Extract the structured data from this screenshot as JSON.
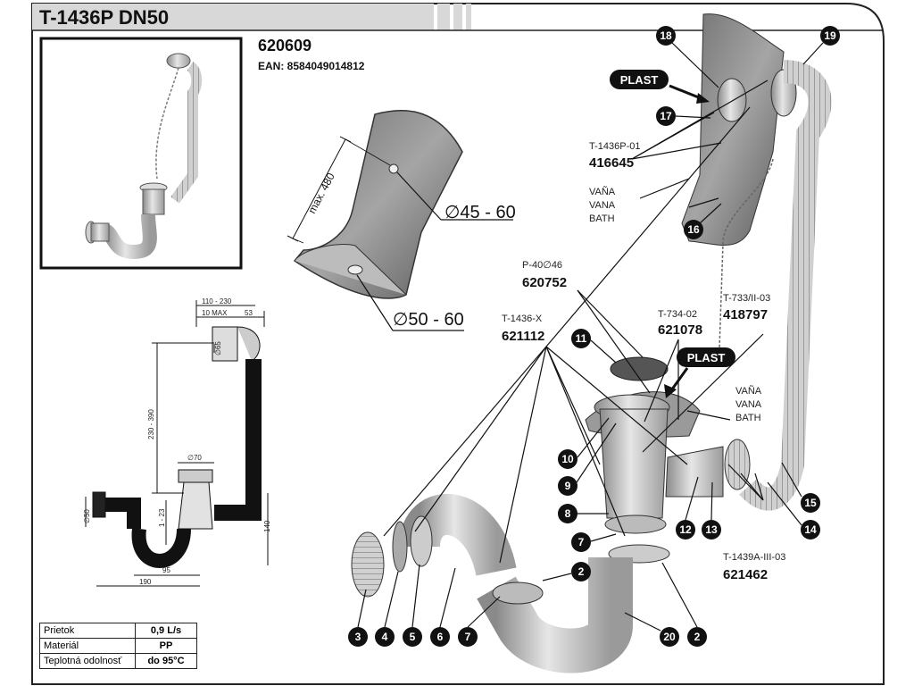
{
  "header": {
    "title": "T-1436P DN50"
  },
  "product": {
    "code": "620609",
    "ean": "EAN: 8584049014812"
  },
  "plate": {
    "height_label": "max. 480",
    "dia_top": "∅45 - 60",
    "dia_bottom": "∅50 - 60"
  },
  "dims": [
    "110 - 230",
    "10 MAX",
    "53",
    "∅65",
    "230 - 390",
    "∅70",
    "1 - 23",
    "∅50",
    "95",
    "190",
    "140"
  ],
  "callouts": [
    {
      "code": "T-1436P-01",
      "part": "416645"
    },
    {
      "code": "P-40∅46",
      "part": "620752"
    },
    {
      "code": "T-1436-X",
      "part": "621112"
    },
    {
      "code": "T-734-02",
      "part": "621078"
    },
    {
      "code": "T-733/II-03",
      "part": "418797"
    },
    {
      "code": "T-1439A-III-03",
      "part": "621462"
    }
  ],
  "plast_label": "PLAST",
  "bath_labels": [
    "VAÑA",
    "VANA",
    "BATH"
  ],
  "bubbles": [
    "18",
    "17",
    "19",
    "16",
    "11",
    "10",
    "9",
    "8",
    "7",
    "15",
    "14",
    "12",
    "13",
    "3",
    "4",
    "5",
    "6",
    "7",
    "2",
    "20",
    "2"
  ],
  "specs": [
    {
      "label": "Prietok",
      "value": "0,9 L/s"
    },
    {
      "label": "Materiál",
      "value": "PP"
    },
    {
      "label": "Teplotná odolnosť",
      "value": "do 95°C"
    }
  ],
  "colors": {
    "header_bg": "#d8d8d8",
    "bubble": "#111111",
    "part": "#b8b8b8",
    "hose": "#c8c8c8"
  }
}
